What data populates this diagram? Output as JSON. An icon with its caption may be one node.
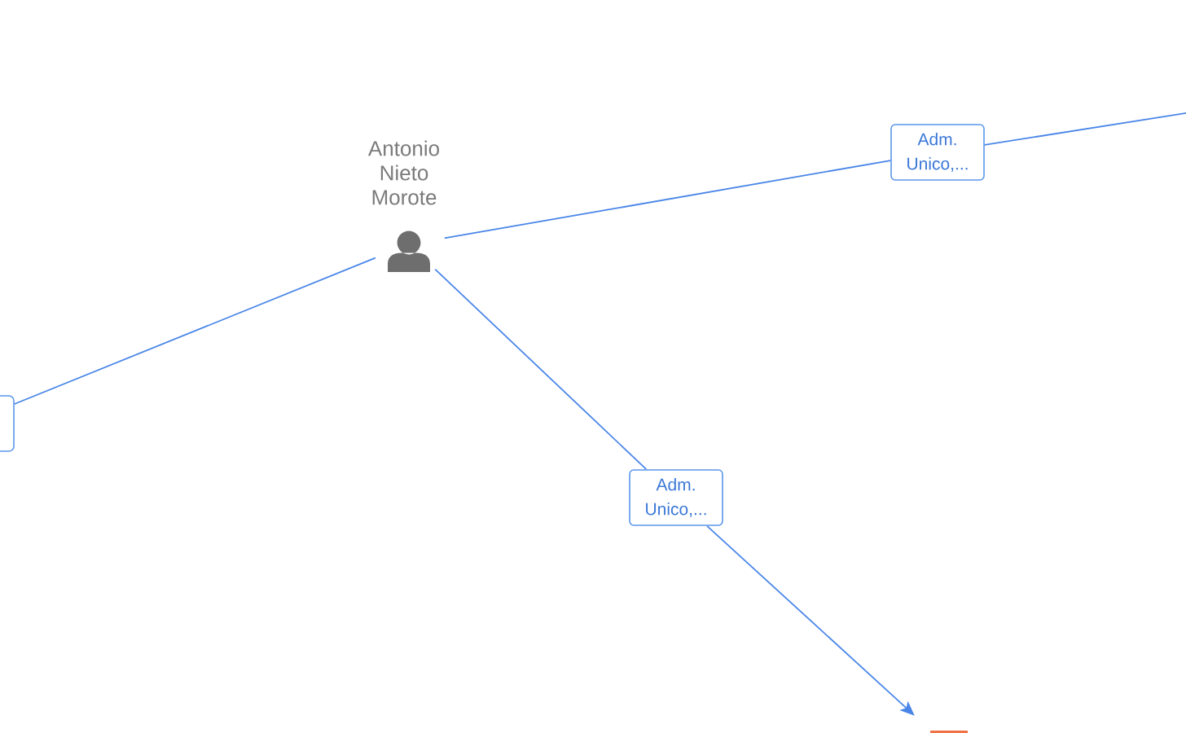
{
  "diagram": {
    "nodes": [
      {
        "text": [
          "Antonio Nieto Morote"
        ]
      },
      {
        "text": [
          "Adm. Unico,..."
        ]
      },
      {
        "text": [],
        "shape": "box"
      },
      {
        "text": [
          "Adm. Unico,..."
        ]
      },
      {
        "text": [],
        "shape": "box"
      }
    ],
    "edges": [
      {
        "from": 0,
        "to": 1,
        "arrow": "none"
      },
      {
        "from": 1,
        "to": null,
        "arrow": "none"
      },
      {
        "from": 0,
        "to": 2,
        "arrow": "none"
      },
      {
        "from": 0,
        "to": 3,
        "arrow": "none"
      },
      {
        "from": 3,
        "to": 4,
        "arrow": "to"
      }
    ]
  }
}
